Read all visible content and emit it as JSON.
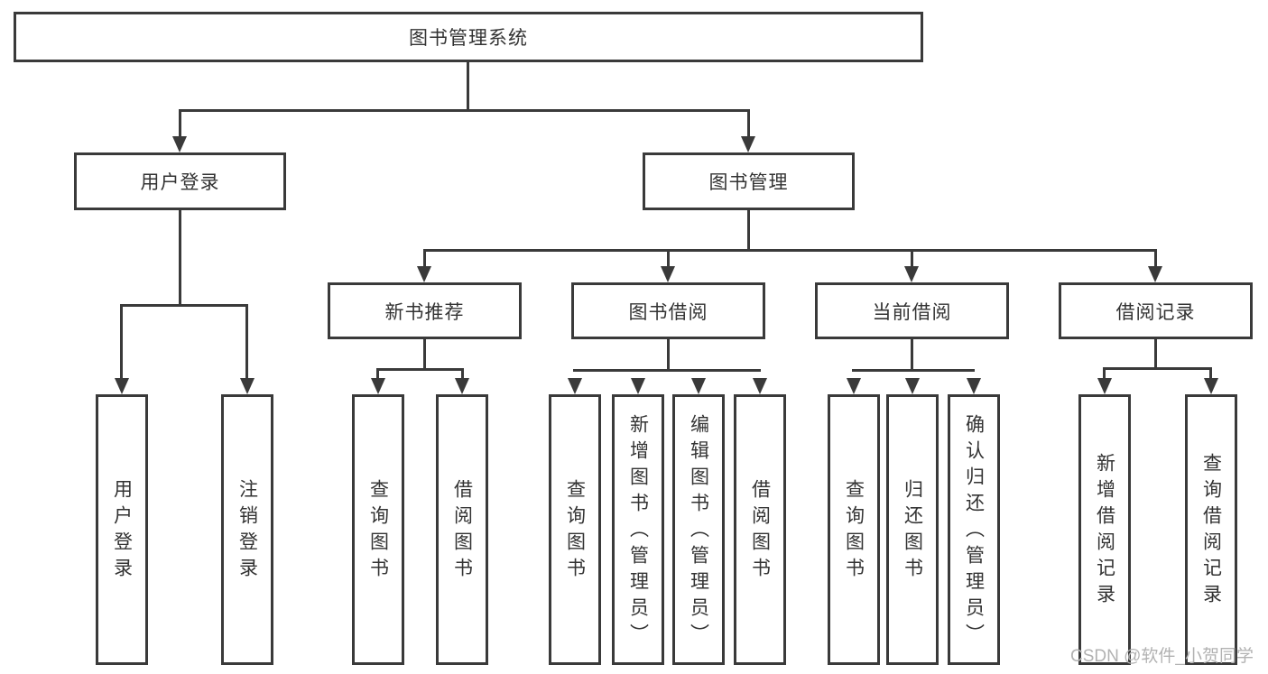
{
  "diagram": {
    "colors": {
      "line": "#3a3a3a",
      "text": "#333333",
      "watermark": "#b2b2b2",
      "bg": "#ffffff"
    },
    "tree": {
      "label": "图书管理系统",
      "children": [
        {
          "label": "用户登录",
          "children": [
            {
              "label": "用户登录"
            },
            {
              "label": "注销登录"
            }
          ]
        },
        {
          "label": "图书管理",
          "children": [
            {
              "label": "新书推荐",
              "children": [
                {
                  "label": "查询图书"
                },
                {
                  "label": "借阅图书"
                }
              ]
            },
            {
              "label": "图书借阅",
              "children": [
                {
                  "label": "查询图书"
                },
                {
                  "label": "新增图书（管理员）"
                },
                {
                  "label": "编辑图书（管理员）"
                },
                {
                  "label": "借阅图书"
                }
              ]
            },
            {
              "label": "当前借阅",
              "children": [
                {
                  "label": "查询图书"
                },
                {
                  "label": "归还图书"
                },
                {
                  "label": "确认归还（管理员）"
                }
              ]
            },
            {
              "label": "借阅记录",
              "children": [
                {
                  "label": "新增借阅记录"
                },
                {
                  "label": "查询借阅记录"
                }
              ]
            }
          ]
        }
      ]
    },
    "watermark": {
      "text": "CSDN @软件_小贺同学"
    }
  }
}
